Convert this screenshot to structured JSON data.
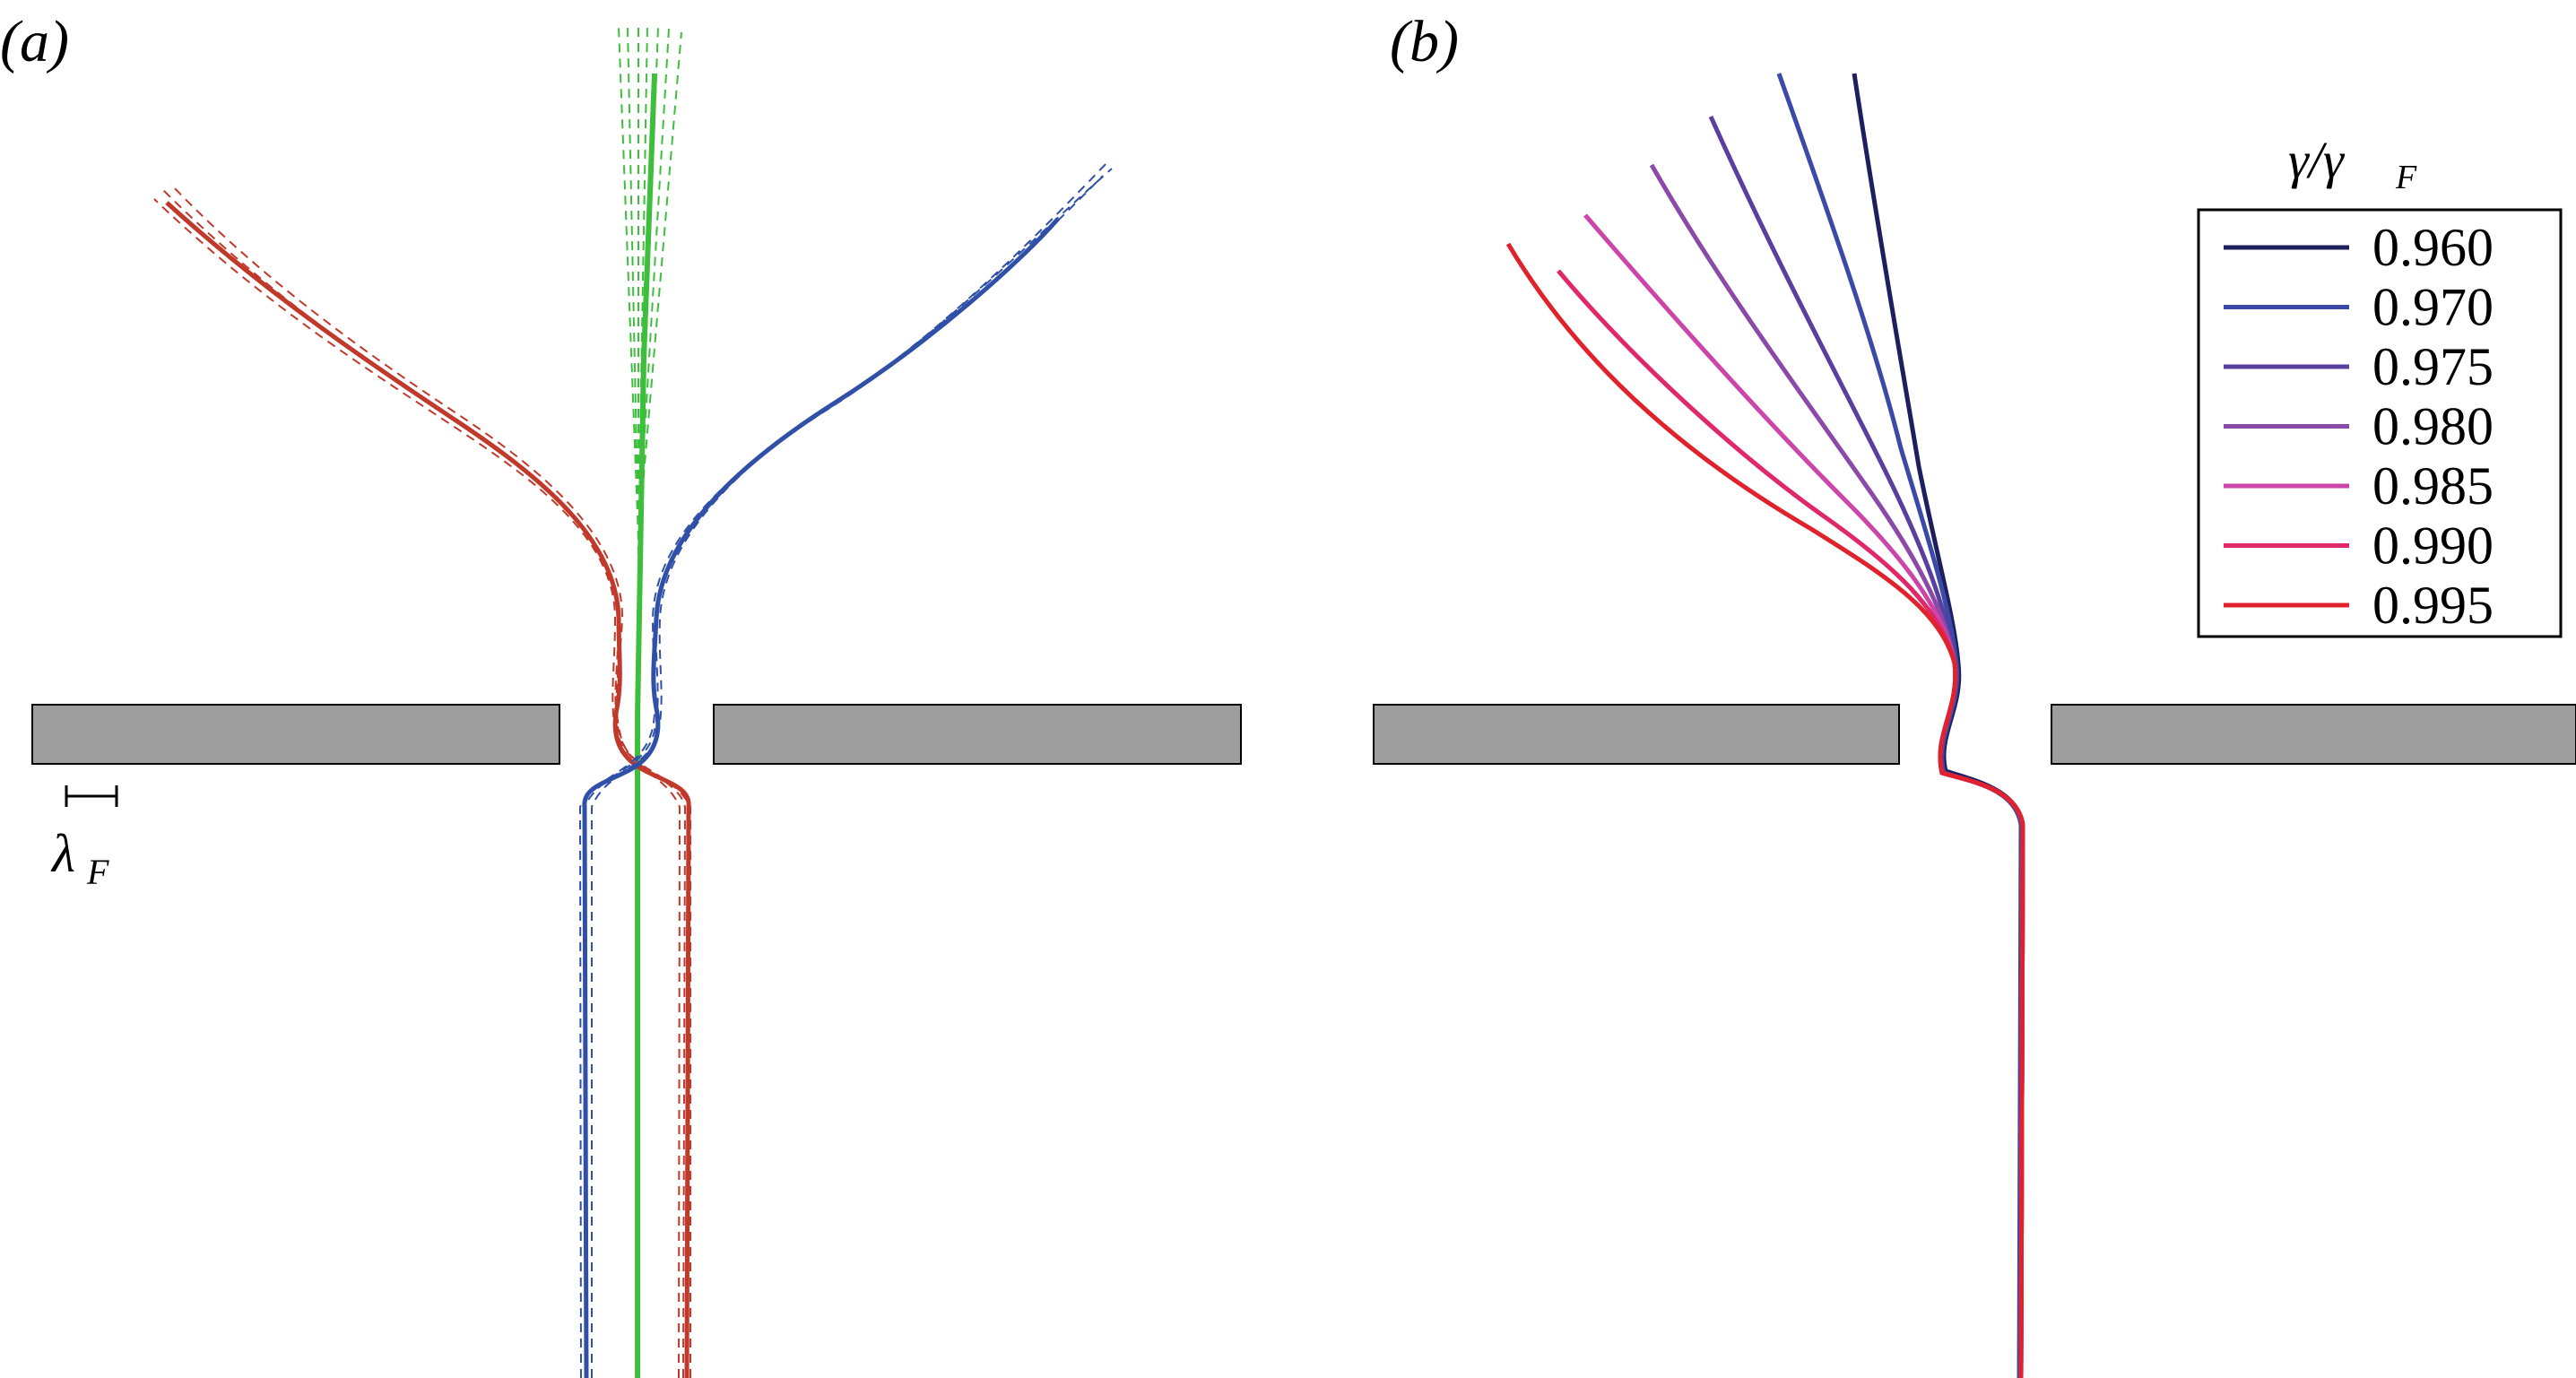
{
  "figure": {
    "panels": [
      {
        "id": "a",
        "label": "(a)"
      },
      {
        "id": "b",
        "label": "(b)"
      }
    ],
    "scale_bar": {
      "symbol": "λ",
      "subscript": "F"
    },
    "legend": {
      "title_main": "γ/γ",
      "title_sub": "F",
      "entries": [
        {
          "value": "0.960",
          "color": "#1e1f5e"
        },
        {
          "value": "0.970",
          "color": "#3a4aa6"
        },
        {
          "value": "0.975",
          "color": "#5b3f9e"
        },
        {
          "value": "0.980",
          "color": "#8c4aa8"
        },
        {
          "value": "0.985",
          "color": "#cc45a8"
        },
        {
          "value": "0.990",
          "color": "#e0276a"
        },
        {
          "value": "0.995",
          "color": "#e0222c"
        }
      ]
    },
    "colors": {
      "barrier_fill": "#9e9e9e",
      "barrier_stroke": "#000000",
      "trajectory_red": "#c0392b",
      "trajectory_blue": "#3050a8",
      "trajectory_green": "#3dbf3d"
    }
  }
}
